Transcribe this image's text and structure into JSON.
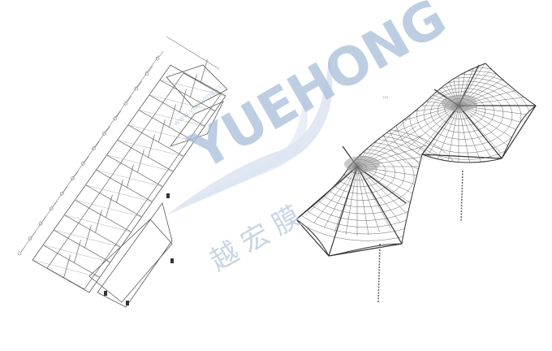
{
  "watermark": {
    "brand": "YUEHONG",
    "brand_cn": "越宏膜",
    "trademark": "™",
    "url": "www.yuehong.cc",
    "color": "#a9bed9"
  },
  "drawings": {
    "left": {
      "style": "isometric steel frame line drawing",
      "stroke": "#555555"
    },
    "right": {
      "style": "tensioned membrane umbrella mesh",
      "stroke": "#444444"
    }
  }
}
